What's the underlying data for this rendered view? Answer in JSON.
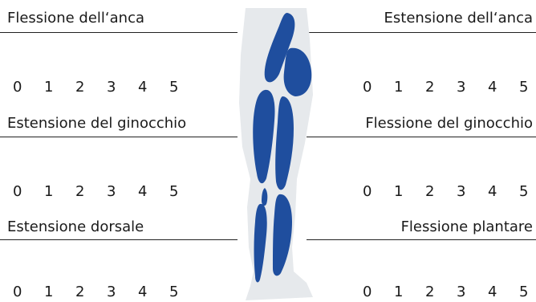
{
  "rows": [
    {
      "left": {
        "label": "Flessione dell‘anca",
        "scale": [
          "0",
          "1",
          "2",
          "3",
          "4",
          "5"
        ]
      },
      "right": {
        "label": "Estensione dell‘anca",
        "scale": [
          "0",
          "1",
          "2",
          "3",
          "4",
          "5"
        ]
      }
    },
    {
      "left": {
        "label": "Estensione del ginocchio",
        "scale": [
          "0",
          "1",
          "2",
          "3",
          "4",
          "5"
        ]
      },
      "right": {
        "label": "Flessione del ginocchio",
        "scale": [
          "0",
          "1",
          "2",
          "3",
          "4",
          "5"
        ]
      }
    },
    {
      "left": {
        "label": "Estensione dorsale",
        "scale": [
          "0",
          "1",
          "2",
          "3",
          "4",
          "5"
        ]
      },
      "right": {
        "label": "Flessione plantare",
        "scale": [
          "0",
          "1",
          "2",
          "3",
          "4",
          "5"
        ]
      }
    }
  ],
  "illustration": {
    "name": "leg-muscles-illustration",
    "muscle_color": "#1f4e9e",
    "skin_color": "#e6e9ec"
  }
}
